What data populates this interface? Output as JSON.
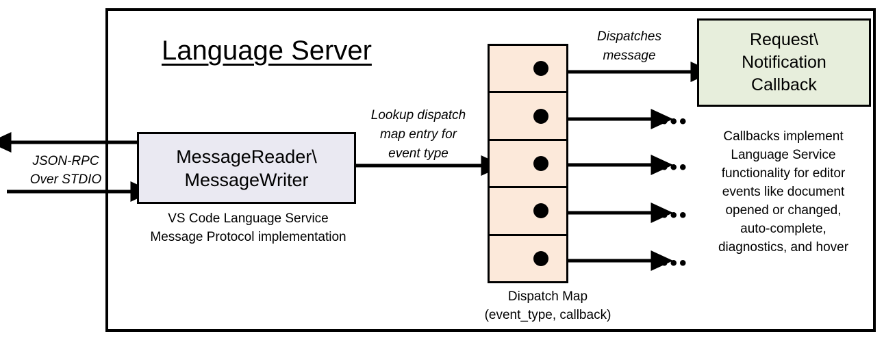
{
  "diagram": {
    "title": "Language Server",
    "message_box": {
      "label_line1": "MessageReader\\",
      "label_line2": "MessageWriter",
      "caption_line1": "VS Code Language Service",
      "caption_line2": "Message Protocol implementation",
      "fill_color": "#eae9f2"
    },
    "transport": {
      "label_line1": "JSON-RPC",
      "label_line2": "Over STDIO"
    },
    "lookup": {
      "label_line1": "Lookup dispatch",
      "label_line2": "map entry for",
      "label_line3": "event type"
    },
    "dispatches": {
      "label_line1": "Dispatches",
      "label_line2": "message"
    },
    "dispatch_map": {
      "caption_line1": "Dispatch Map",
      "caption_line2": "(event_type, callback)",
      "fill_color": "#fce9da",
      "cells": [
        {
          "index": 1
        },
        {
          "index": 2
        },
        {
          "index": 3
        },
        {
          "index": 4
        },
        {
          "index": 5
        }
      ]
    },
    "callback_box": {
      "label_line1": "Request\\",
      "label_line2": "Notification",
      "label_line3": "Callback",
      "fill_color": "#e7eedc",
      "caption_line1": "Callbacks implement",
      "caption_line2": "Language Service",
      "caption_line3": "functionality for editor",
      "caption_line4": "events like document",
      "caption_line5": "opened or changed,",
      "caption_line6": "auto-complete,",
      "caption_line7": "diagnostics, and hover"
    },
    "ellipsis": {
      "glyph": "•••"
    }
  }
}
